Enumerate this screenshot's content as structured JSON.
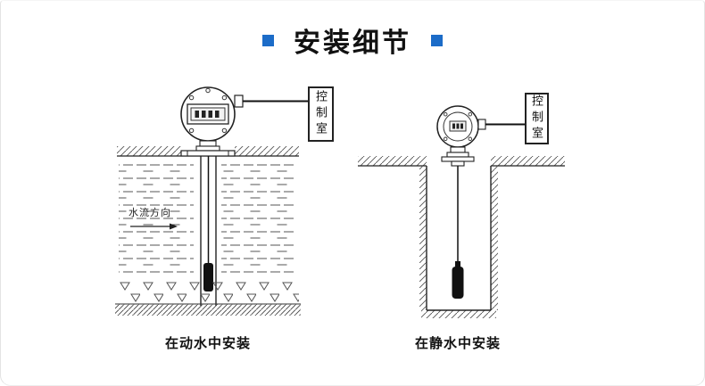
{
  "title": "安装细节",
  "left": {
    "control_room": "控制室",
    "flow_label": "水流方向",
    "caption": "在动水中安装"
  },
  "right": {
    "control_room": "控制室",
    "caption": "在静水中安装"
  },
  "colors": {
    "accent": "#1c6cc8",
    "line": "#222222"
  }
}
